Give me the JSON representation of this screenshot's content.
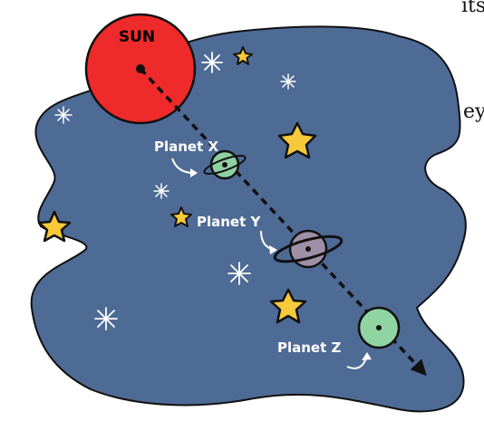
{
  "text_fragments": {
    "top": "its",
    "middle": "ey"
  },
  "labels": {
    "sun": "SUN",
    "planet_x": "Planet X",
    "planet_y": "Planet Y",
    "planet_z": "Planet Z"
  },
  "colors": {
    "space": "#4E6B96",
    "sun": "#EE2A2A",
    "planet_x": "#8ED0A0",
    "planet_y": "#9F90A8",
    "planet_z": "#90D4A2",
    "star": "#F6C93A",
    "outline": "#111111"
  },
  "icons": [
    "sun",
    "planet-x",
    "planet-y",
    "planet-z",
    "star",
    "sparkle",
    "curved-arrow",
    "dashed-arrow"
  ]
}
